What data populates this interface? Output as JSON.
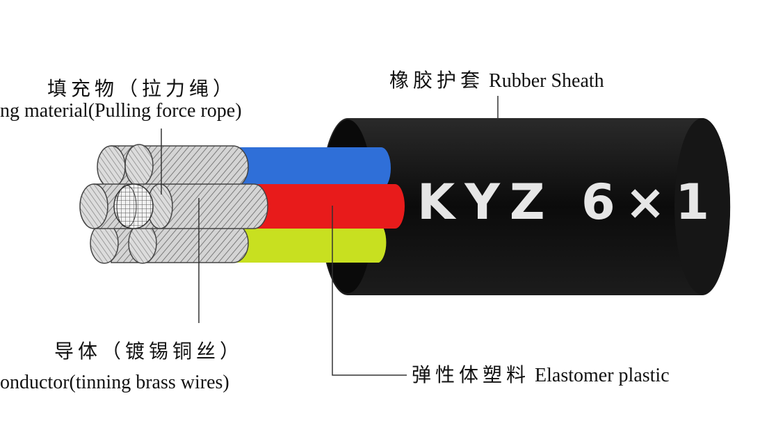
{
  "labels": {
    "filling_cn": "填充物（拉力绳）",
    "filling_en": "ng material(Pulling force rope)",
    "sheath_cn": "橡胶护套",
    "sheath_en": "Rubber Sheath",
    "conductor_cn": "导体（镀锡铜丝）",
    "conductor_en": "onductor(tinning brass wires)",
    "elastomer_cn": "弹性体塑料",
    "elastomer_en": "Elastomer plastic"
  },
  "sheath_marking": "KYZ 6×1",
  "colors": {
    "sheath": "#111111",
    "blue_insulation": "#2f6fd8",
    "red_insulation": "#e81b1b",
    "yellow_insulation": "#c8e020",
    "conductor": "#c9c9c9",
    "leader_line": "#333333"
  }
}
